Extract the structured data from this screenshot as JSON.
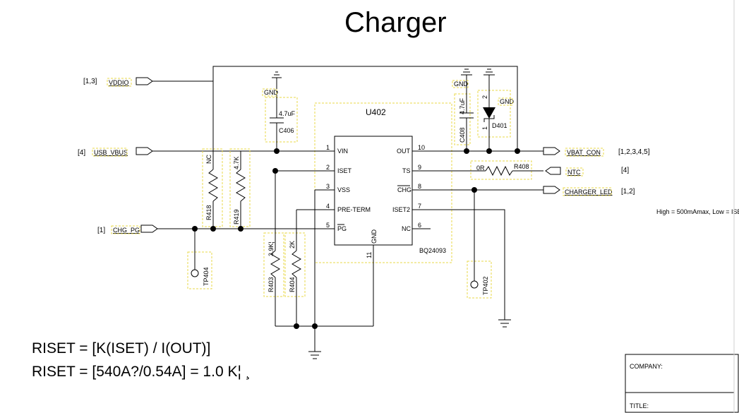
{
  "title": "Charger",
  "ic": {
    "ref": "U402",
    "part": "BQ24093",
    "left_pins": [
      {
        "num": "1",
        "name": "VIN"
      },
      {
        "num": "2",
        "name": "ISET"
      },
      {
        "num": "3",
        "name": "VSS"
      },
      {
        "num": "4",
        "name": "PRE-TERM"
      },
      {
        "num": "5",
        "name": "PG"
      }
    ],
    "right_pins": [
      {
        "num": "10",
        "name": "OUT"
      },
      {
        "num": "9",
        "name": "TS"
      },
      {
        "num": "8",
        "name": "CHG"
      },
      {
        "num": "7",
        "name": "ISET2"
      },
      {
        "num": "6",
        "name": "NC"
      }
    ],
    "bottom_pin": {
      "num": "11",
      "name": "GND"
    }
  },
  "ports": {
    "vddio": {
      "name": "VDDIO",
      "ref": "[1,3]"
    },
    "usb_vbus": {
      "name": "USB_VBUS",
      "ref": "[4]"
    },
    "chg_pg": {
      "name": "CHG_PG",
      "ref": "[1]"
    },
    "vbat_con": {
      "name": "VBAT_CON",
      "ref": "[1,2,3,4,5]"
    },
    "ntc": {
      "name": "NTC",
      "ref": "[4]"
    },
    "charger_led": {
      "name": "CHARGER_LED",
      "ref": "[1,2]"
    }
  },
  "components": {
    "r418": {
      "ref": "R418",
      "value": "NC"
    },
    "r419": {
      "ref": "R419",
      "value": "4.7K"
    },
    "r403": {
      "ref": "R403",
      "value": "3.9K¦"
    },
    "r404": {
      "ref": "R404",
      "value": "2K"
    },
    "r408": {
      "ref": "R408",
      "value": "0R"
    },
    "c406": {
      "ref": "C406",
      "value": "4.7uF"
    },
    "c408": {
      "ref": "C408",
      "value": "4.7uF"
    },
    "d401": {
      "ref": "D401",
      "pin1": "1",
      "pin2": "2"
    },
    "tp404": {
      "ref": "TP404"
    },
    "tp402": {
      "ref": "TP402"
    }
  },
  "gnd_labels": [
    "GND",
    "GND",
    "GND"
  ],
  "note": "High = 500mAmax, Low = ISE",
  "formula_line1": "RISET = [K(ISET) / I(OUT)]",
  "formula_line2": "RISET = [540A?/0.54A] = 1.0 K¦ ¸",
  "title_block": {
    "company_label": "COMPANY:",
    "title_label": "TITLE:"
  }
}
